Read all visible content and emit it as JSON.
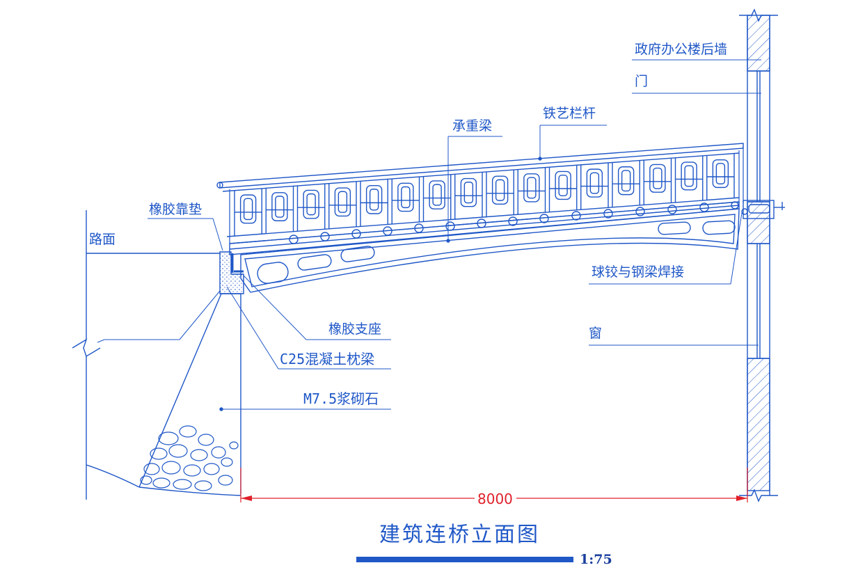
{
  "labels": {
    "government_wall": "政府办公楼后墙",
    "door": "门",
    "steel_railing": "铁艺栏杆",
    "bearing_beam": "承重梁",
    "rubber_pad": "橡胶靠垫",
    "road_surface": "路面",
    "ball_hinge": "球铰与钢梁焊接",
    "window": "窗",
    "rubber_bearing": "橡胶支座",
    "c25_sleeper_beam": "C25混凝土枕梁",
    "m75_masonry": "M7.5浆砌石"
  },
  "dimension": {
    "span": "8000"
  },
  "title": "建筑连桥立面图",
  "scale": "1:75",
  "colors": {
    "line": "#1f57c7",
    "dimension": "#e0202a",
    "titlebar": "#1f57c7"
  }
}
